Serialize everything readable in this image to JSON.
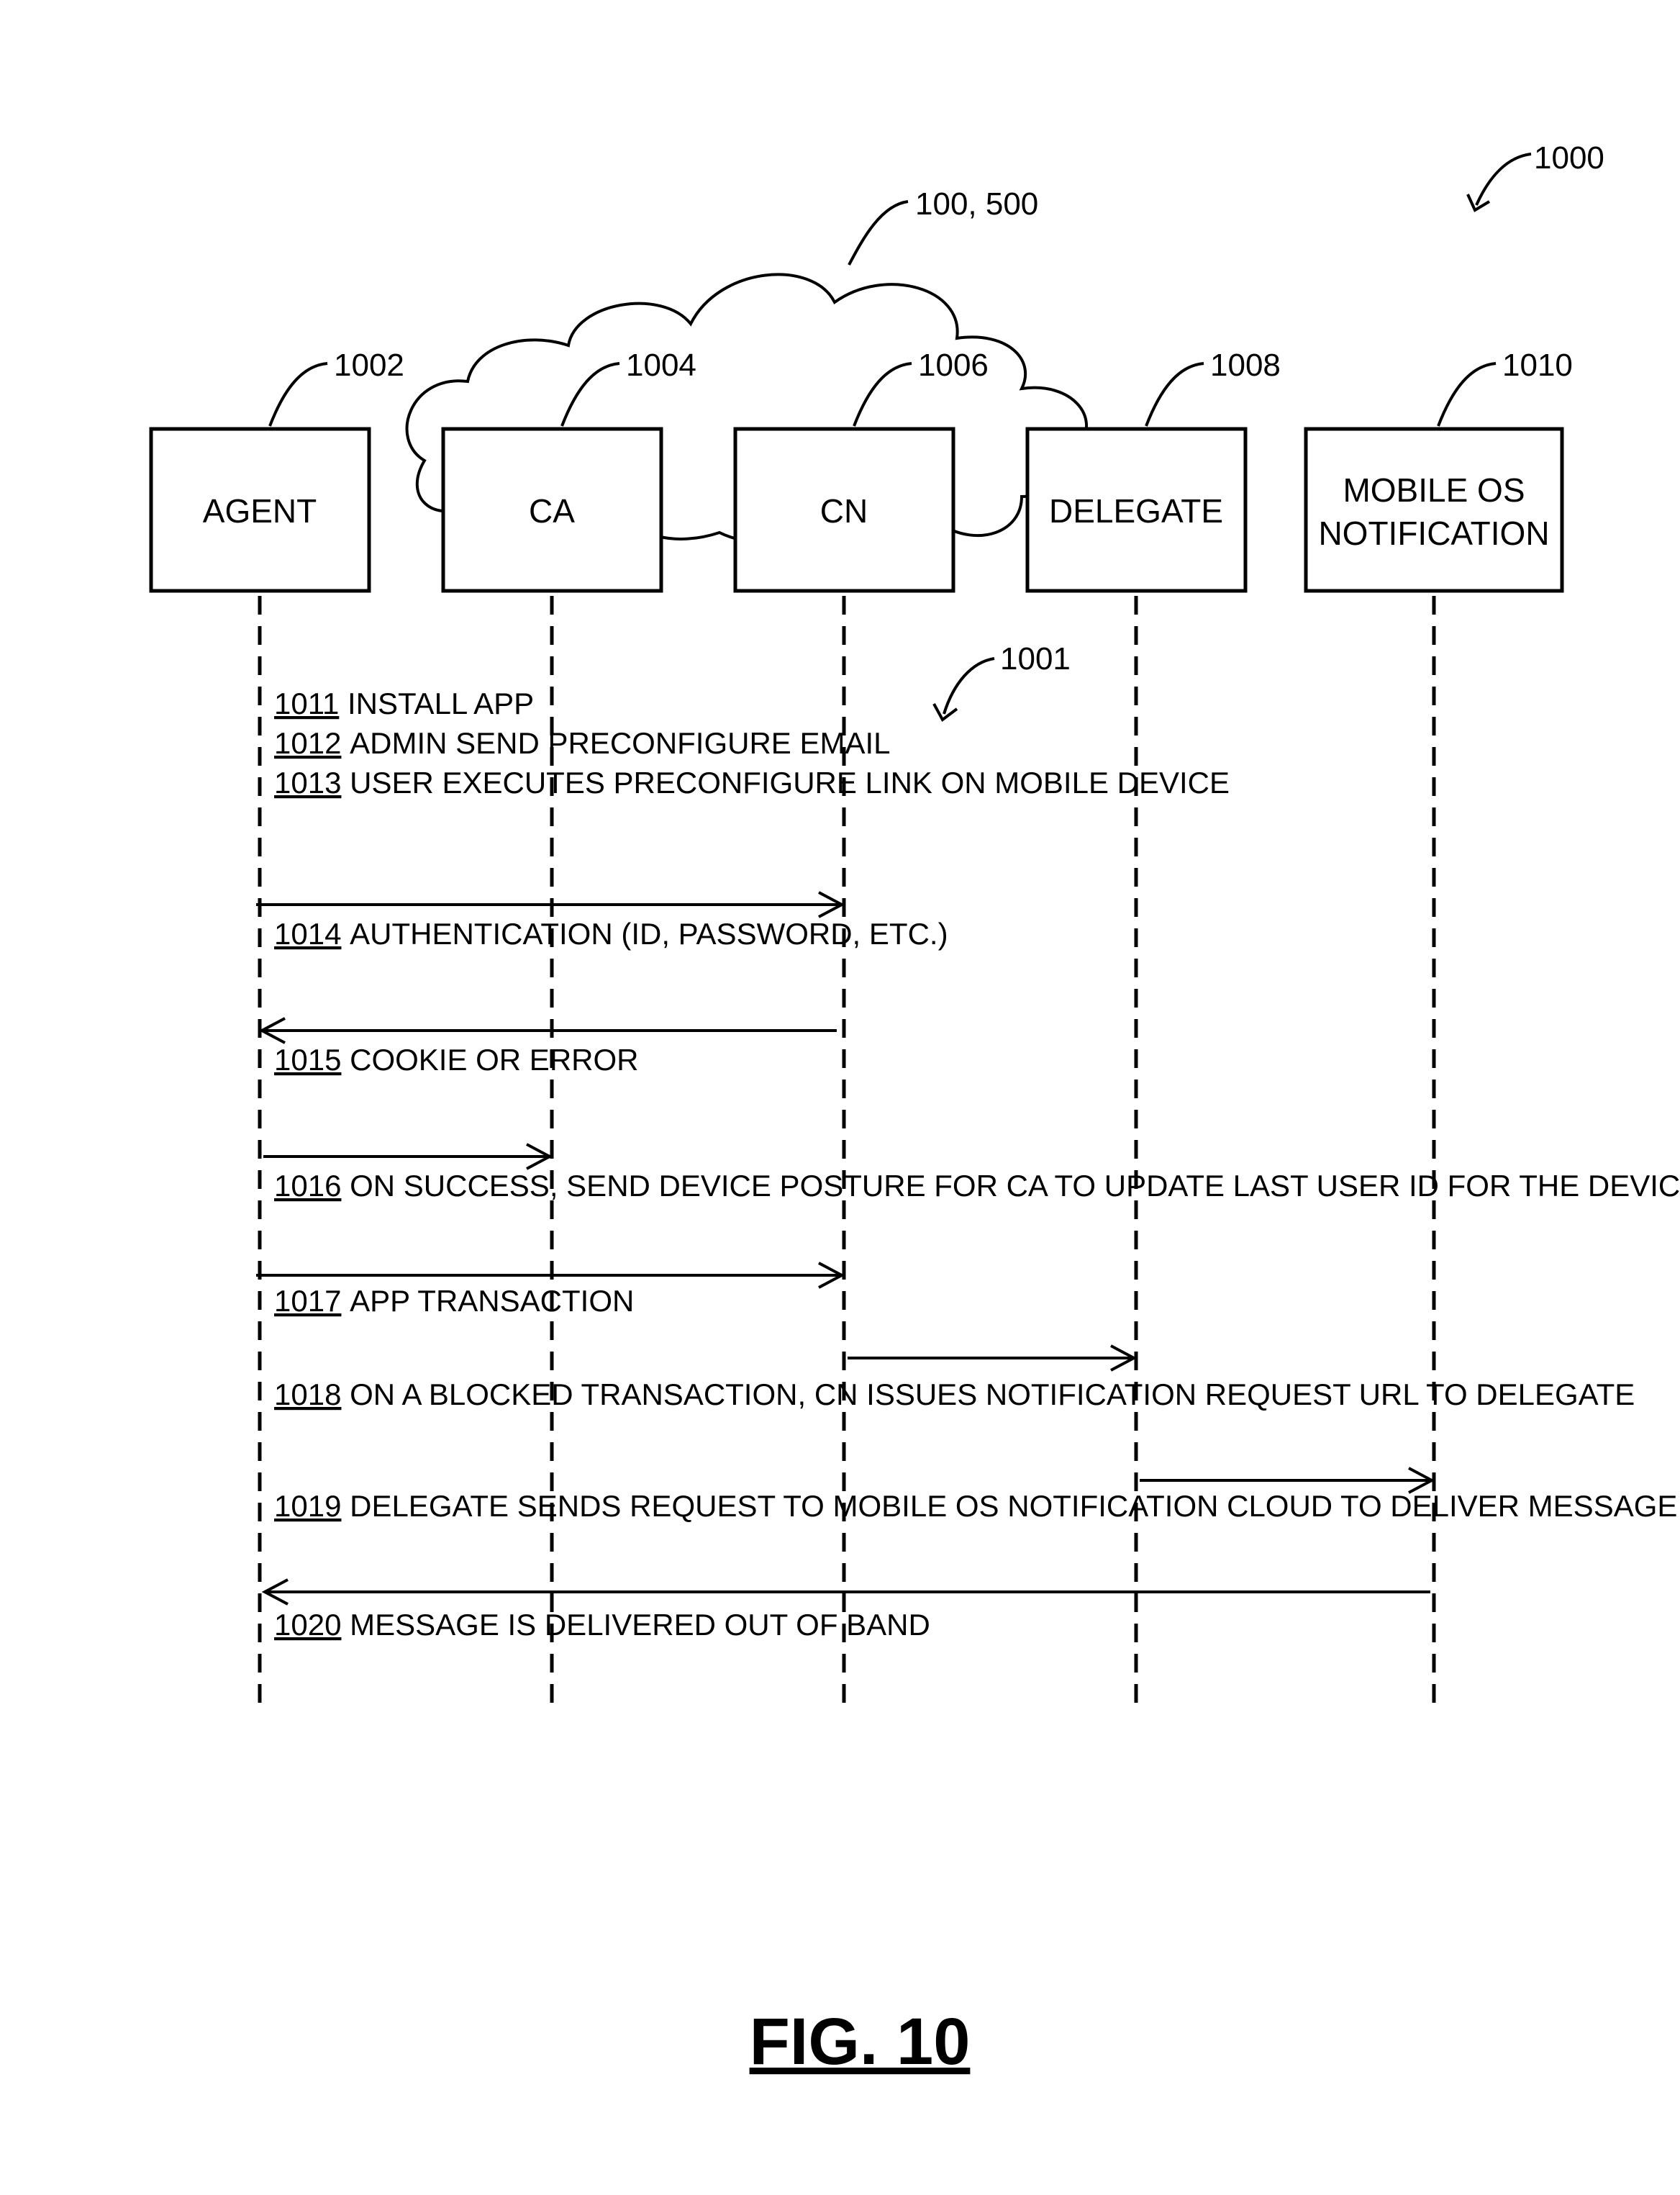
{
  "diagram": {
    "figure_ref": "1000",
    "network_ref": "100, 500",
    "sequence_ref": "1001",
    "figure_label": "FIG. 10",
    "participants": [
      {
        "id": "agent",
        "ref": "1002",
        "label_lines": [
          "AGENT"
        ]
      },
      {
        "id": "ca",
        "ref": "1004",
        "label_lines": [
          "CA"
        ]
      },
      {
        "id": "cn",
        "ref": "1006",
        "label_lines": [
          "CN"
        ]
      },
      {
        "id": "delegate",
        "ref": "1008",
        "label_lines": [
          "DELEGATE"
        ]
      },
      {
        "id": "mobile-os",
        "ref": "1010",
        "label_lines": [
          "MOBILE OS",
          "NOTIFICATION"
        ]
      }
    ],
    "steps": [
      {
        "num": "1011",
        "text": " INSTALL APP"
      },
      {
        "num": "1012",
        "text": " ADMIN SEND PRECONFIGURE EMAIL"
      },
      {
        "num": "1013",
        "text": " USER EXECUTES PRECONFIGURE LINK ON MOBILE DEVICE"
      },
      {
        "num": "1014",
        "text": " AUTHENTICATION (ID, PASSWORD, ETC.)",
        "from": "agent",
        "to": "cn"
      },
      {
        "num": "1015",
        "text": " COOKIE OR ERROR",
        "from": "cn",
        "to": "agent"
      },
      {
        "num": "1016",
        "text": " ON SUCCESS, SEND DEVICE POSTURE FOR CA TO UPDATE LAST USER ID FOR THE DEVICE",
        "from": "agent",
        "to": "ca"
      },
      {
        "num": "1017",
        "text": " APP TRANSACTION",
        "from": "agent",
        "to": "cn"
      },
      {
        "num": "1018",
        "text": " ON A BLOCKED TRANSACTION, CN ISSUES NOTIFICATION REQUEST URL TO DELEGATE",
        "from": "cn",
        "to": "delegate"
      },
      {
        "num": "1019",
        "text": " DELEGATE SENDS REQUEST TO MOBILE OS NOTIFICATION CLOUD TO DELIVER MESSAGE",
        "from": "delegate",
        "to": "mobile-os"
      },
      {
        "num": "1020",
        "text": " MESSAGE IS DELIVERED OUT OF BAND",
        "from": "mobile-os",
        "to": "agent"
      }
    ]
  }
}
